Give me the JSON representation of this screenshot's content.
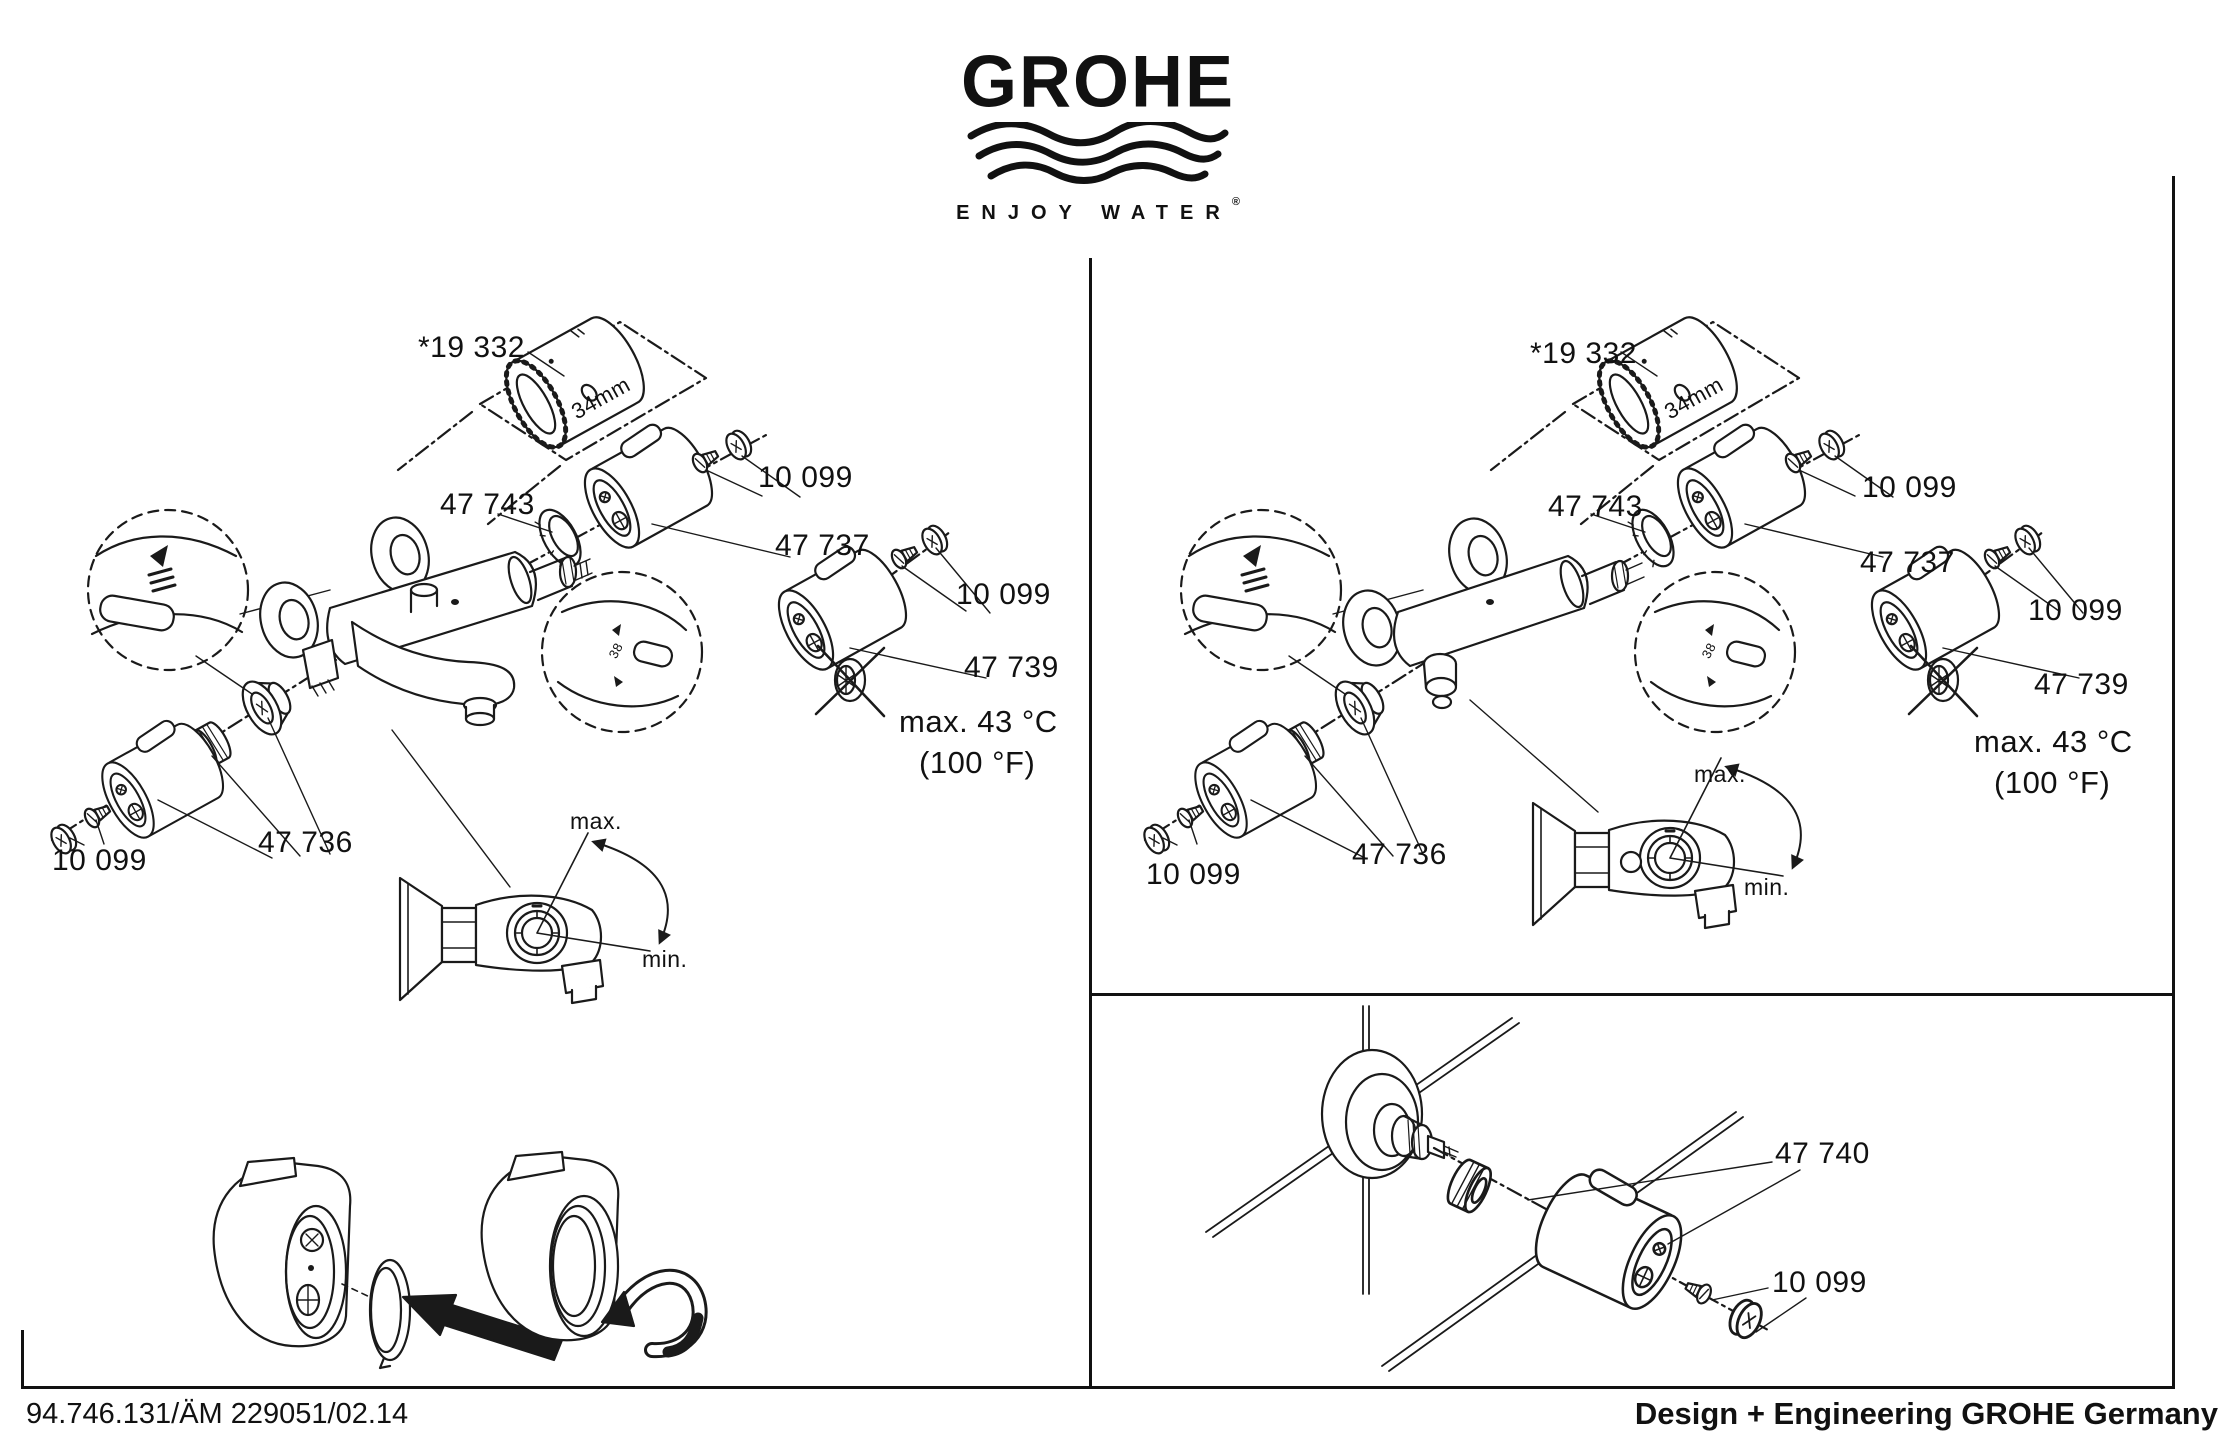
{
  "brand": {
    "logo_text": "GROHE",
    "tagline": "ENJOY WATER",
    "registered_mark": "®"
  },
  "footer": {
    "document_number": "94.746.131/ÄM 229051/02.14",
    "design_credit": "Design + Engineering GROHE Germany"
  },
  "panel_left": {
    "labels": {
      "thermostat_handle": "*19 332",
      "handle_diameter": "34mm",
      "stop_ring": "47 743",
      "screw_cap_top": "10 099",
      "handle_short": "47 737",
      "screw_cap_mid": "10 099",
      "handle_long": "47 739",
      "temp_limit_c": "max. 43 °C",
      "temp_limit_f": "(100 °F)",
      "flow_handle": "47 736",
      "screw_cap_bottom": "10 099",
      "dial_max": "max.",
      "dial_min": "min.",
      "detail_scale": "38"
    }
  },
  "panel_right": {
    "labels": {
      "thermostat_handle": "*19 332",
      "handle_diameter": "34mm",
      "stop_ring": "47 743",
      "screw_cap_top": "10 099",
      "handle_short": "47 737",
      "screw_cap_mid": "10 099",
      "handle_long": "47 739",
      "temp_limit_c": "max. 43 °C",
      "temp_limit_f": "(100 °F)",
      "flow_handle": "47 736",
      "screw_cap_bottom": "10 099",
      "dial_max": "max.",
      "dial_min": "min.",
      "detail_scale": "38"
    }
  },
  "panel_bottom_right": {
    "labels": {
      "extension": "47 740",
      "screw_cap": "10 099"
    }
  }
}
